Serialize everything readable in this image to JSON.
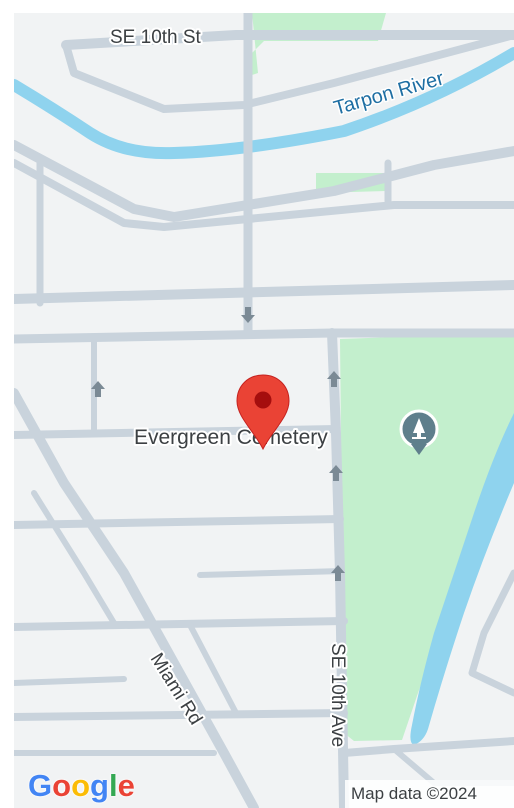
{
  "map": {
    "streets": {
      "se_10th_st": "SE 10th St",
      "miami_rd": "Miami Rd",
      "se_10th_ave": "SE 10th Ave"
    },
    "water": {
      "tarpon_river": "Tarpon River"
    },
    "poi": {
      "evergreen_cemetery": "Evergreen Cemetery"
    },
    "colors": {
      "background": "#f1f3f4",
      "road": "#c9d3dc",
      "water": "#8fd3ee",
      "park": "#c3efcd",
      "marker": "#ea4335",
      "marker_dot": "#a50e0e",
      "poi_icon": "#5f7f8c"
    }
  },
  "branding": {
    "logo_letters": [
      "G",
      "o",
      "o",
      "g",
      "l",
      "e"
    ],
    "logo_colors": [
      "#4285f4",
      "#ea4335",
      "#fbbc05",
      "#4285f4",
      "#34a853",
      "#ea4335"
    ]
  },
  "attribution": {
    "text": "Map data ©2024"
  }
}
